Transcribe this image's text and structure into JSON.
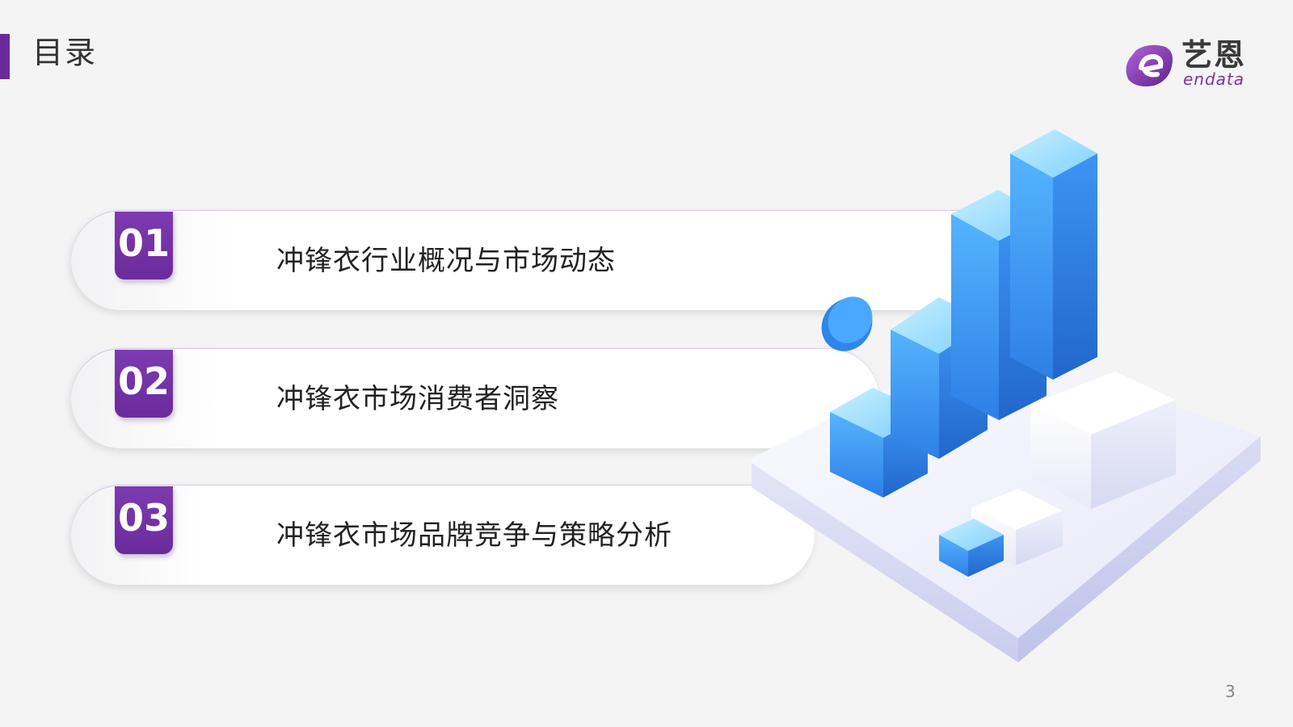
{
  "header": {
    "title": "目录"
  },
  "logo": {
    "name_cn": "艺恩",
    "name_en": "endata",
    "brand_color": "#6b2a9a"
  },
  "menu": {
    "items": [
      {
        "number": "01",
        "label": "冲锋衣行业概况与市场动态"
      },
      {
        "number": "02",
        "label": "冲锋衣市场消费者洞察"
      },
      {
        "number": "03",
        "label": "冲锋衣市场品牌竞争与策略分析"
      }
    ]
  },
  "footer": {
    "page_number": "3"
  },
  "colors": {
    "accent": "#6b2a9a",
    "bar_blue": "#3f9af0",
    "base_white": "#f3f4fb"
  }
}
